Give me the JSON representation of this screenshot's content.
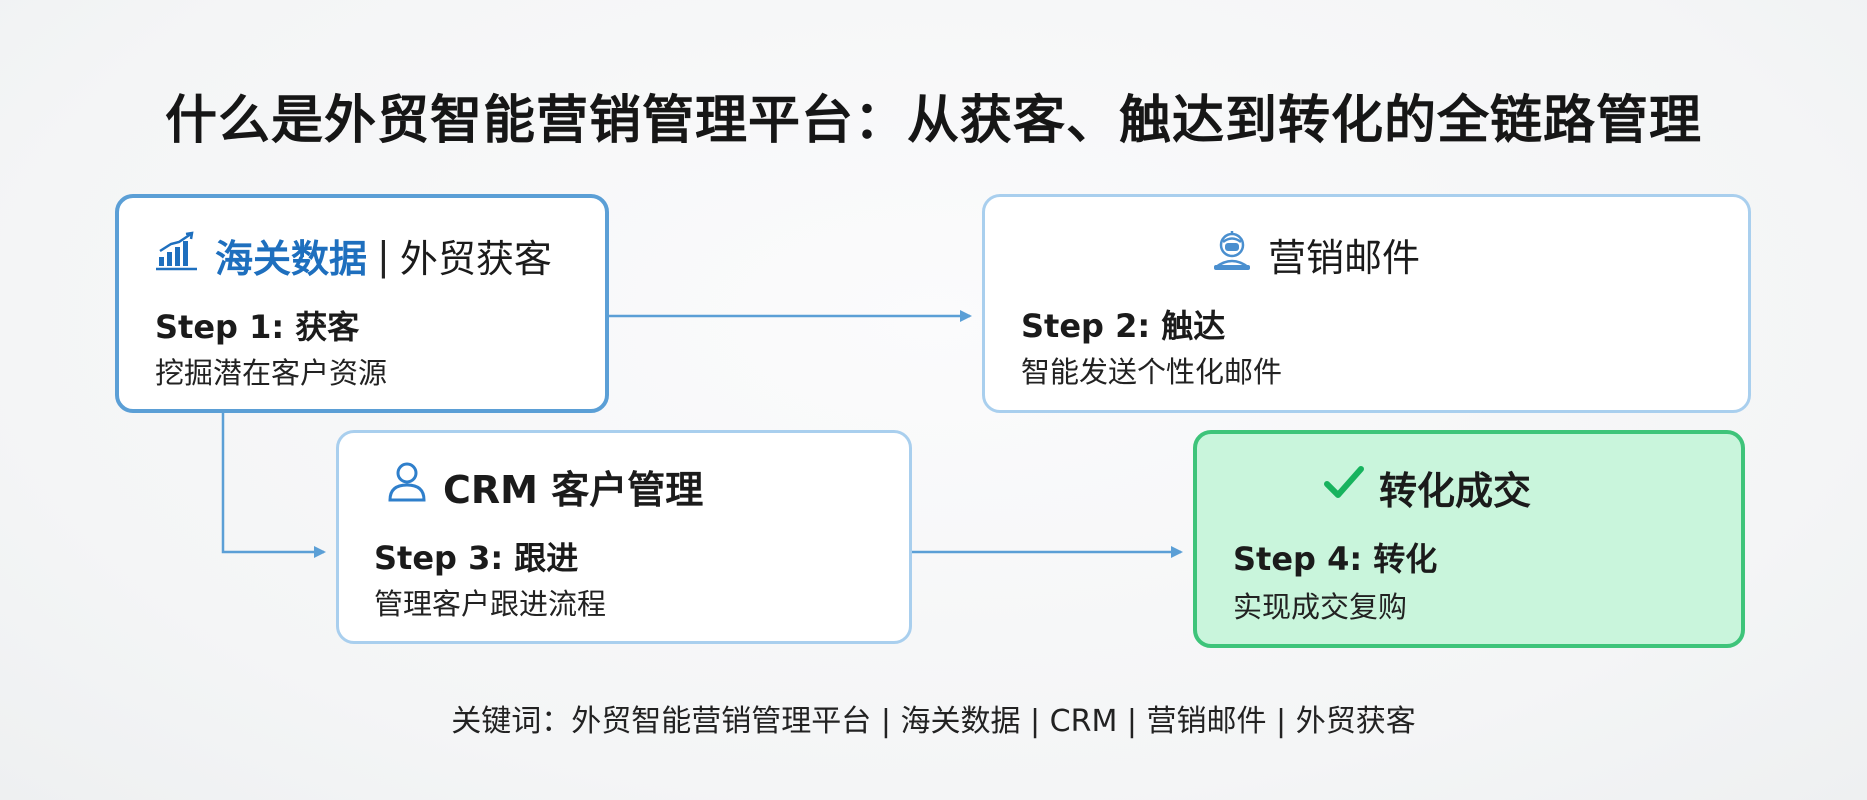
{
  "title": "什么是外贸智能营销管理平台：从获客、触达到转化的全链路管理",
  "steps": [
    {
      "icon": "bar-chart-icon",
      "title_highlight": "海关数据",
      "title_separator": "|",
      "title_rest": "外贸获客",
      "step_label": "Step 1:  获客",
      "description": "挖掘潜在客户资源"
    },
    {
      "icon": "email-robot-icon",
      "title": "营销邮件",
      "step_label": "Step 2:  触达",
      "description": "智能发送个性化邮件"
    },
    {
      "icon": "user-icon",
      "title": "CRM 客户管理",
      "step_label": "Step 3:  跟进",
      "description": "管理客户跟进流程"
    },
    {
      "icon": "checkmark-icon",
      "title": "转化成交",
      "step_label": "Step 4:  转化",
      "description": "实现成交复购"
    }
  ],
  "keywords": "关键词：外贸智能营销管理平台 | 海关数据 | CRM | 营销邮件 | 外贸获客",
  "colors": {
    "accent_blue": "#1e6fbe",
    "border_blue": "#5b9fd6",
    "border_light_blue": "#a9cfee",
    "arrow_blue": "#5b9fd6",
    "success_green": "#3ec47a",
    "success_fill": "#c9f5dc"
  }
}
